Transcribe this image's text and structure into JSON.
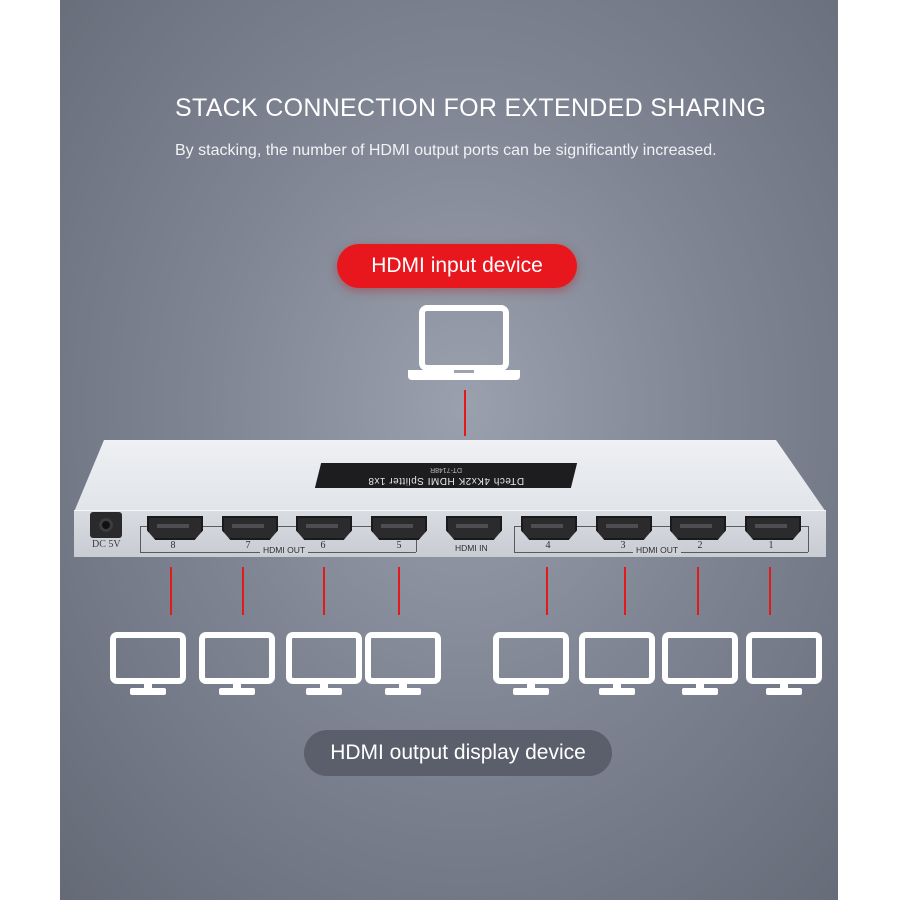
{
  "title": "STACK CONNECTION FOR EXTENDED SHARING",
  "subtitle": "By stacking, the number of HDMI output ports can be significantly increased.",
  "input_label": "HDMI input device",
  "output_label": "HDMI output display device",
  "device": {
    "brand": "DTech",
    "name": "4Kx2K HDMI Splitter 1x8",
    "model": "DT-7148R",
    "dc_label": "DC 5V",
    "left_group_label": "HDMI OUT",
    "right_group_label": "HDMI OUT",
    "input_port_label": "HDMI IN",
    "output_ports": [
      "8",
      "7",
      "6",
      "5",
      "4",
      "3",
      "2",
      "1"
    ]
  },
  "icons": {
    "source": "laptop-icon",
    "display": "monitor-icon"
  },
  "colors": {
    "accent_red": "#e8171d",
    "connector_line": "#e21a1a",
    "dark_pill": "#5b5f6b",
    "icon_stroke": "#ffffff"
  }
}
